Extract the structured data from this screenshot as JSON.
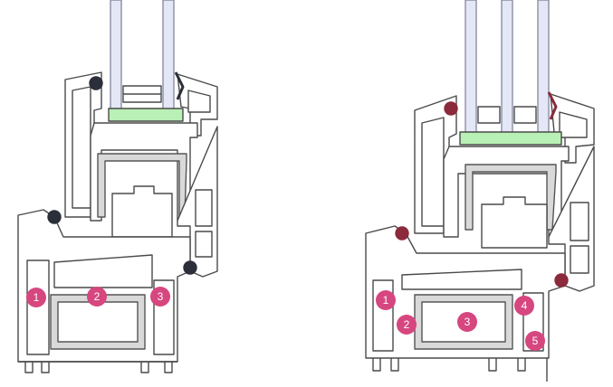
{
  "colors": {
    "badge": "#d6467f",
    "outline": "#4a4a4a",
    "profile_fill": "#ffffff",
    "glass_fill": "#e3e7f6",
    "glass_edge": "#8a8fa3",
    "spacer_fill": "#b9f0b5",
    "seal": "#2b2f3a",
    "seal_red": "#8a2a3a",
    "steel_fill": "#d9d9d9",
    "steel_edge": "#555555"
  },
  "profiles": [
    {
      "id": "left",
      "glazing": "double",
      "chamber_markers": [
        "1",
        "2",
        "3"
      ]
    },
    {
      "id": "right",
      "glazing": "triple",
      "chamber_markers": [
        "1",
        "2",
        "3",
        "4",
        "5"
      ]
    }
  ]
}
